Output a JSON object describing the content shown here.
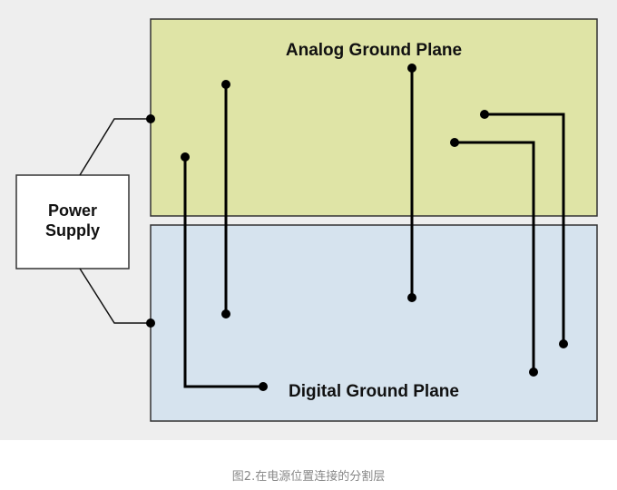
{
  "diagram": {
    "analog_plane": {
      "label": "Analog Ground Plane",
      "fill": "#dfe4a6"
    },
    "digital_plane": {
      "label": "Digital Ground Plane",
      "fill": "#d6e3ee"
    },
    "power_supply": {
      "line1": "Power",
      "line2": "Supply",
      "fill": "#ffffff"
    },
    "background": "#eeeeee",
    "stroke": "#111111"
  },
  "caption": "图2.在电源位置连接的分割层"
}
